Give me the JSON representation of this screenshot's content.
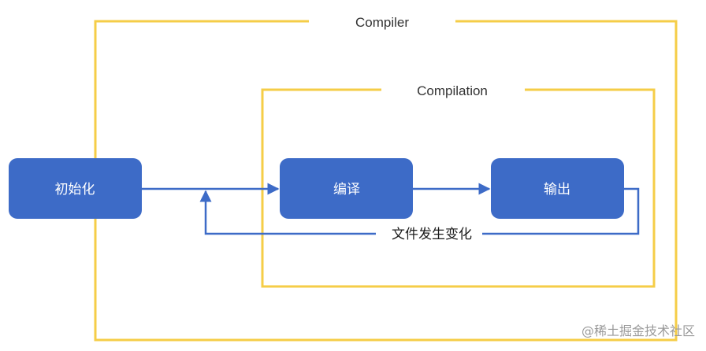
{
  "frames": {
    "compiler_label": "Compiler",
    "compilation_label": "Compilation"
  },
  "nodes": {
    "init": "初始化",
    "compile": "编译",
    "output": "输出"
  },
  "edges": {
    "file_change": "文件发生变化"
  },
  "watermark": "@稀土掘金技术社区",
  "colors": {
    "frame_stroke": "#f5cd47",
    "node_fill": "#3d6bc7",
    "edge_stroke": "#3d6bc7"
  }
}
